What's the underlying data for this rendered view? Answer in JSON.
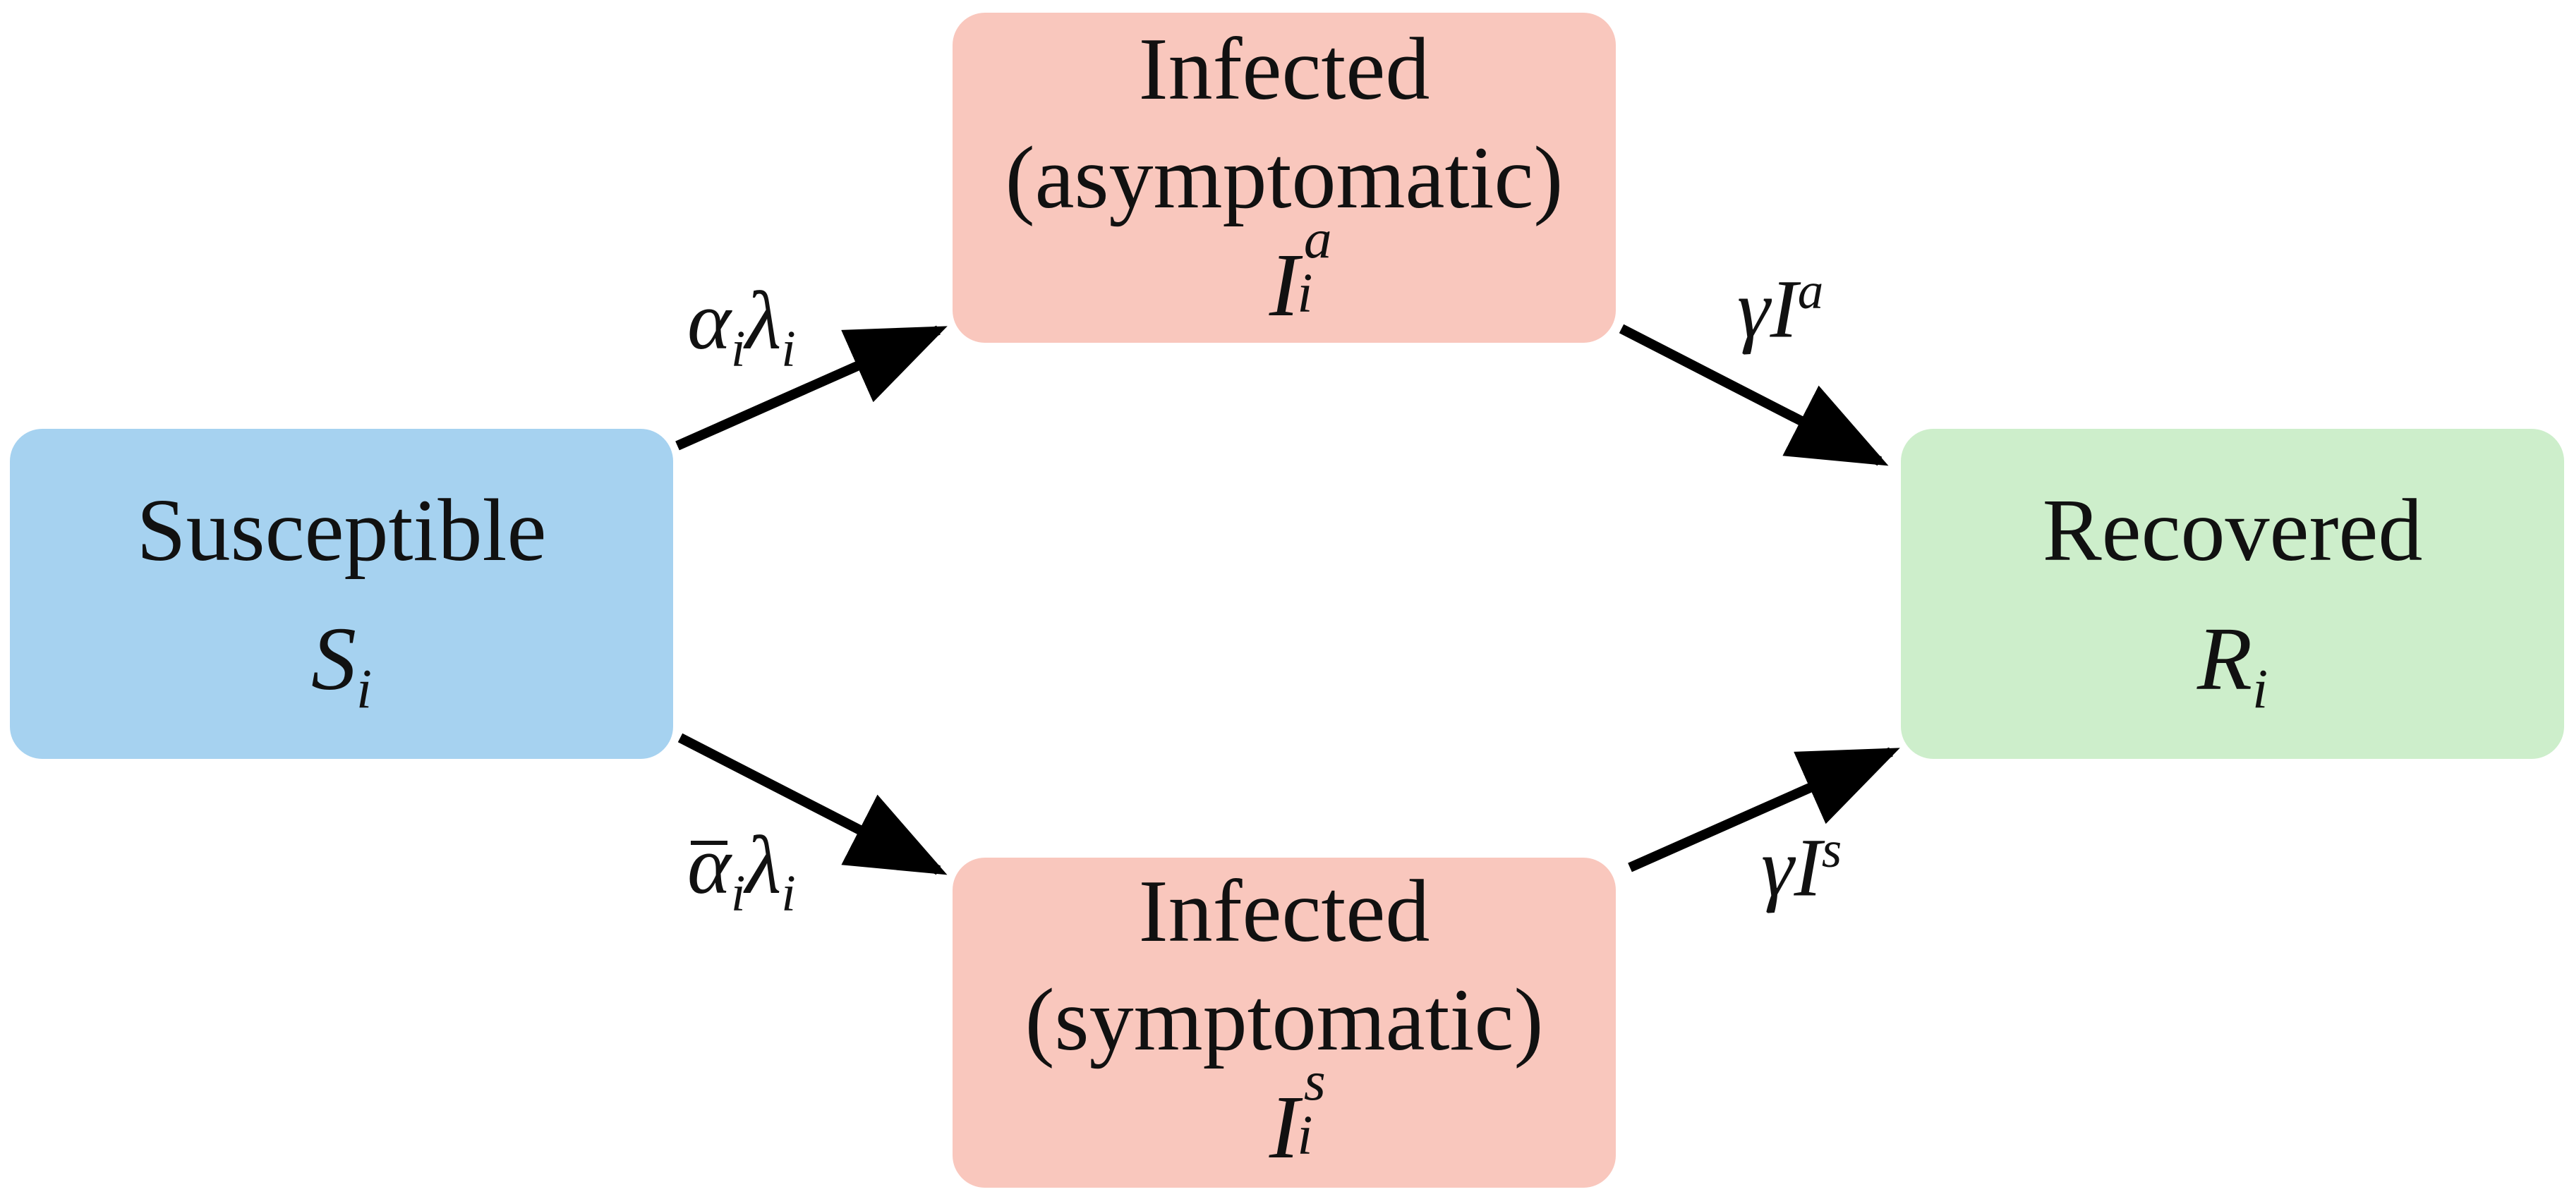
{
  "nodes": {
    "susceptible": {
      "title": "Susceptible",
      "symbol": "S",
      "subscript": "i",
      "color": "#a6d2f0"
    },
    "infected_asym": {
      "title_line1": "Infected",
      "title_line2": "(asymptomatic)",
      "symbol": "I",
      "subscript": "i",
      "superscript": "a",
      "color": "#f9c7bd"
    },
    "infected_sym": {
      "title_line1": "Infected",
      "title_line2": "(symptomatic)",
      "symbol": "I",
      "subscript": "i",
      "superscript": "s",
      "color": "#f9c7bd"
    },
    "recovered": {
      "title": "Recovered",
      "symbol": "R",
      "subscript": "i",
      "color": "#cdeecb"
    }
  },
  "rates": {
    "s_to_ia": {
      "a": "α",
      "a_sub": "i",
      "b": "λ",
      "b_sub": "i"
    },
    "s_to_is": {
      "a": "α",
      "a_sub": "i",
      "b": "λ",
      "b_sub": "i"
    },
    "ia_to_r": {
      "a": "γ",
      "b": "I",
      "b_sup": "a"
    },
    "is_to_r": {
      "a": "γ",
      "b": "I",
      "b_sup": "s"
    }
  },
  "arrow_color": "#000000"
}
